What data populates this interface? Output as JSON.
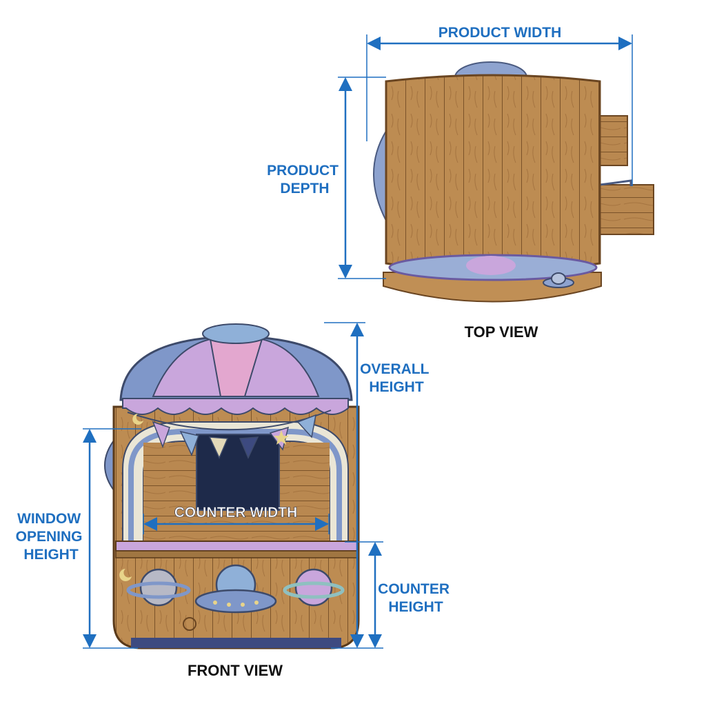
{
  "colors": {
    "dimension": "#1f6fc0",
    "wood": "#b9894f",
    "wood_dark": "#8a5f31",
    "roof_blue": "#7f97c9",
    "roof_lilac": "#c9a6dc",
    "roof_pink": "#e3a7cf",
    "dark_window": "#1e2a4a",
    "view_label": "#111111"
  },
  "views": {
    "top": {
      "label": "TOP VIEW"
    },
    "front": {
      "label": "FRONT VIEW"
    }
  },
  "dimensions": {
    "product_width": "PRODUCT WIDTH",
    "product_depth": [
      "PRODUCT",
      "DEPTH"
    ],
    "overall_height": [
      "OVERALL",
      "HEIGHT"
    ],
    "window_opening_height": [
      "WINDOW",
      "OPENING",
      "HEIGHT"
    ],
    "counter_width": "COUNTER WIDTH",
    "counter_height": [
      "COUNTER",
      "HEIGHT"
    ]
  },
  "icons": [
    "planet-icon",
    "ufo-icon",
    "rocket-icon",
    "moon-icon",
    "star-icon",
    "bunting-flags"
  ]
}
